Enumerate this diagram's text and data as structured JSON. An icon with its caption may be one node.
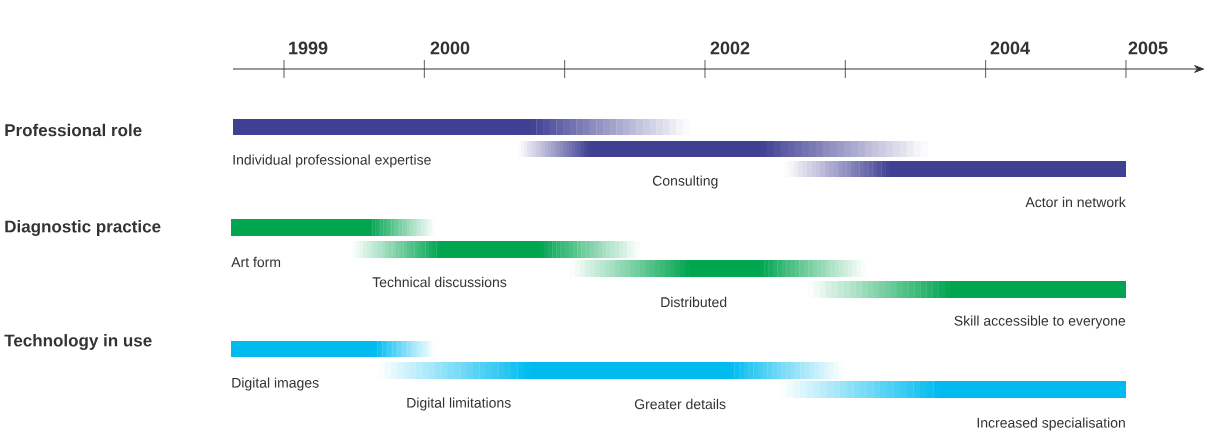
{
  "diagram": {
    "nodes": [
      {
        "text": [],
        "shape": "bar",
        "beside": [
          "Individual professional expertise"
        ]
      },
      {
        "text": [],
        "shape": "bar",
        "beside": [
          "Consulting"
        ]
      },
      {
        "text": [],
        "shape": "bar",
        "beside": [
          "Actor in network"
        ]
      },
      {
        "text": [],
        "shape": "bar",
        "beside": [
          "Art form"
        ]
      },
      {
        "text": [],
        "shape": "bar",
        "beside": [
          "Technical discussions"
        ]
      },
      {
        "text": [],
        "shape": "bar",
        "beside": [
          "Distributed"
        ]
      },
      {
        "text": [],
        "shape": "bar",
        "beside": [
          "Skill accessible to everyone"
        ]
      },
      {
        "text": [],
        "shape": "bar",
        "beside": [
          "Digital images"
        ]
      },
      {
        "text": [],
        "shape": "bar",
        "beside": [
          "Digital limitations",
          "Greater details"
        ]
      },
      {
        "text": [],
        "shape": "bar",
        "beside": [
          "Increased specialisation"
        ]
      }
    ],
    "labels": [
      "1999",
      "2000",
      "2002",
      "2004",
      "2005",
      "Professional role",
      "Diagnostic practice",
      "Technology in use"
    ]
  }
}
